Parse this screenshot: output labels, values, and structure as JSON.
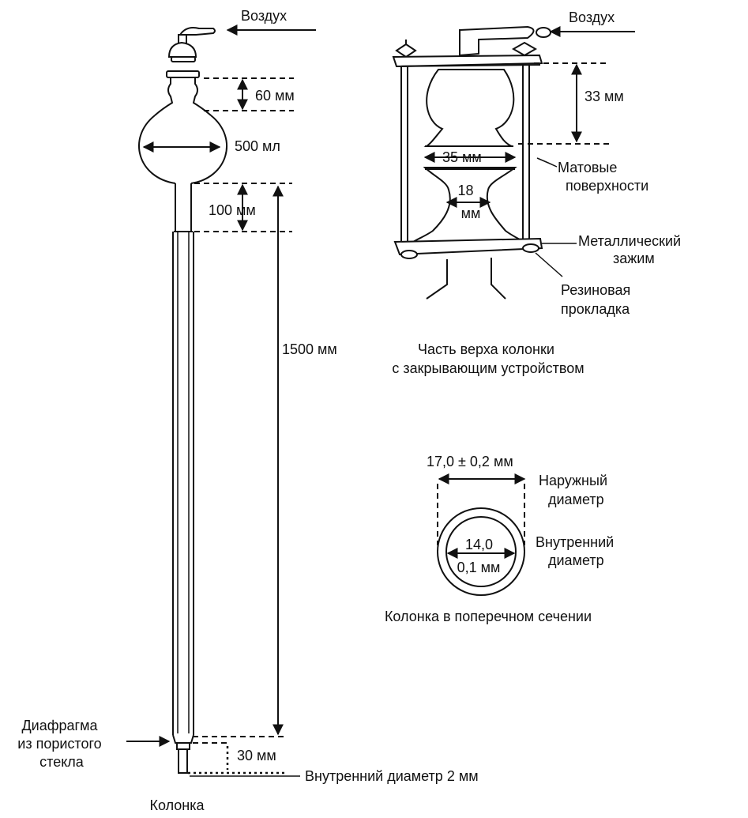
{
  "column_view": {
    "air_label": "Воздух",
    "dim_60": "60 мм",
    "volume_500": "500 мл",
    "dim_100": "100 мм",
    "dim_1500": "1500 мм",
    "dim_30": "30 мм",
    "inner_diameter_2": "Внутренний диаметр 2 мм",
    "diaphragm_lines": [
      "Диафрагма",
      "из пористого",
      "стекла"
    ],
    "caption": "Колонка"
  },
  "top_view": {
    "air_label": "Воздух",
    "dim_33": "33 мм",
    "dim_35": "35 мм",
    "dim_18_lines": [
      "18",
      "мм"
    ],
    "matte_lines": [
      "Матовые",
      "поверхности"
    ],
    "clamp_lines": [
      "Металлический",
      "зажим"
    ],
    "gasket_lines": [
      "Резиновая",
      "прокладка"
    ],
    "caption_lines": [
      "Часть верха колонки",
      "с закрывающим устройством"
    ]
  },
  "cross_section": {
    "outer_value": "17,0 ± 0,2 мм",
    "outer_label_lines": [
      "Наружный",
      "диаметр"
    ],
    "inner_value_lines": [
      "14,0",
      "0,1 мм"
    ],
    "inner_label_lines": [
      "Внутренний",
      "диаметр"
    ],
    "caption": "Колонка в поперечном сечении"
  }
}
